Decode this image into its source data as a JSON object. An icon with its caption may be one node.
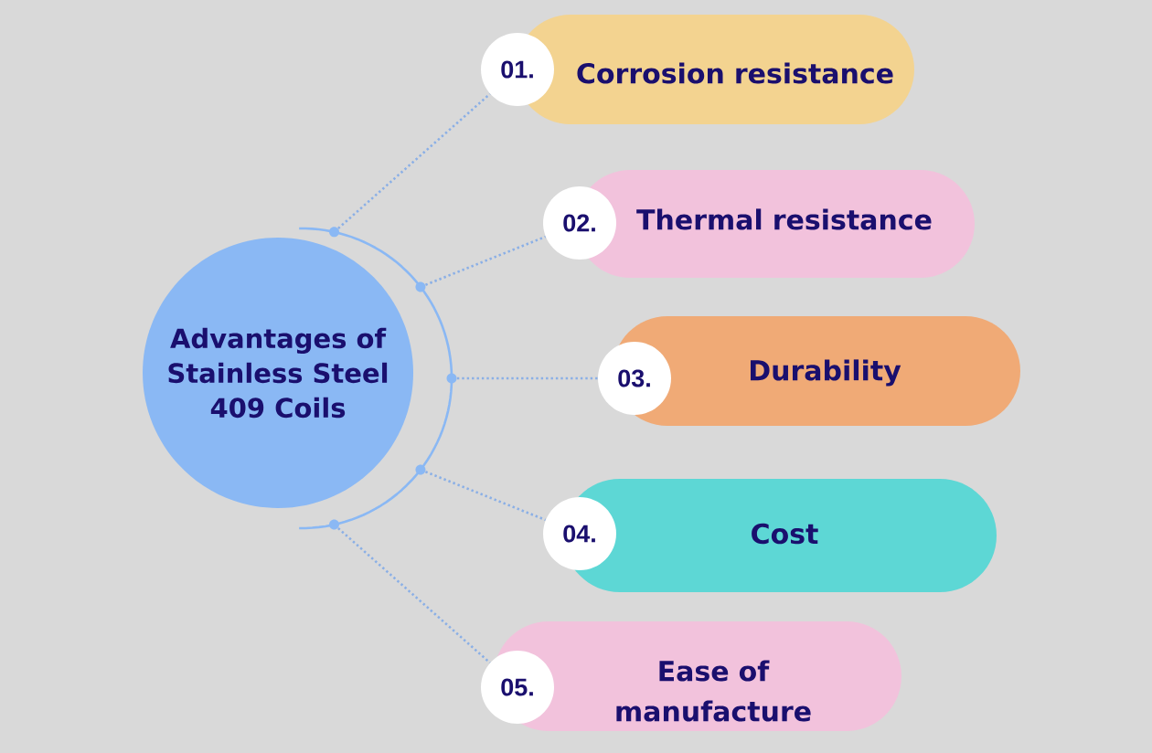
{
  "diagram": {
    "nodes": [
      {
        "text": [
          "Advantages of Stainless Steel 409 Coils"
        ]
      },
      {
        "text": [],
        "shape": "circle"
      },
      {
        "text": [
          "01."
        ]
      },
      {
        "text": [
          "Corrosion resistance"
        ]
      },
      {
        "text": [],
        "shape": "circle"
      },
      {
        "text": [
          "02."
        ]
      },
      {
        "text": [
          "Thermal resistance"
        ]
      },
      {
        "text": [],
        "shape": "circle"
      },
      {
        "text": [
          "03."
        ]
      },
      {
        "text": [
          "Durability"
        ]
      },
      {
        "text": [],
        "shape": "circle"
      },
      {
        "text": [
          "04."
        ]
      },
      {
        "text": [
          "Cost"
        ]
      },
      {
        "text": [],
        "shape": "circle"
      },
      {
        "text": [
          "05."
        ]
      },
      {
        "text": [
          "Ease of manufacture"
        ]
      }
    ],
    "edges": [
      {
        "from": 1,
        "to": 2,
        "arrow": "none"
      },
      {
        "from": 4,
        "to": 5,
        "arrow": "none"
      },
      {
        "from": 7,
        "to": 8,
        "arrow": "none"
      },
      {
        "from": 10,
        "to": 11,
        "arrow": "none"
      },
      {
        "from": 13,
        "to": 14,
        "arrow": "none"
      }
    ]
  }
}
